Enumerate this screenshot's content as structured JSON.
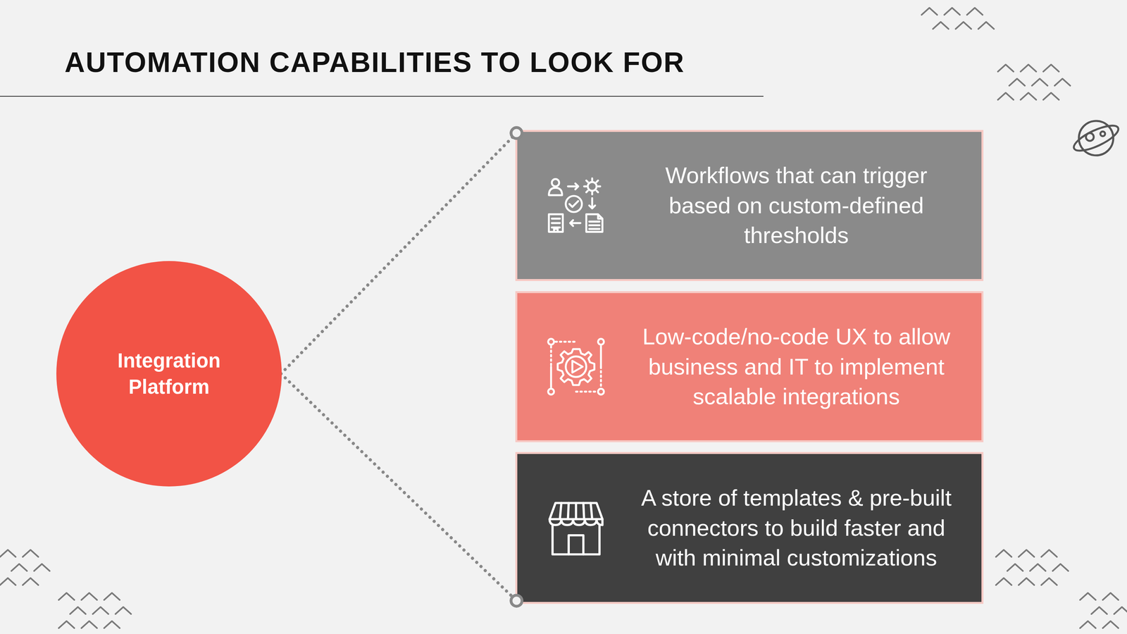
{
  "diagram": {
    "title": "AUTOMATION CAPABILITIES TO LOOK FOR",
    "nodes": [
      {
        "text": [
          "Integration Platform"
        ]
      },
      {
        "text": [
          "Workflows that can trigger based on custom-defined thresholds"
        ]
      },
      {
        "text": [
          "Low-code/no-code UX to allow business and IT to implement scalable integrations"
        ]
      },
      {
        "text": [
          "A store of templates & pre-built connectors to build faster and with minimal customizations"
        ]
      }
    ],
    "edges": [
      {
        "from": 0,
        "to": 1,
        "arrow": "none"
      },
      {
        "from": 0,
        "to": 3,
        "arrow": "none"
      }
    ]
  }
}
